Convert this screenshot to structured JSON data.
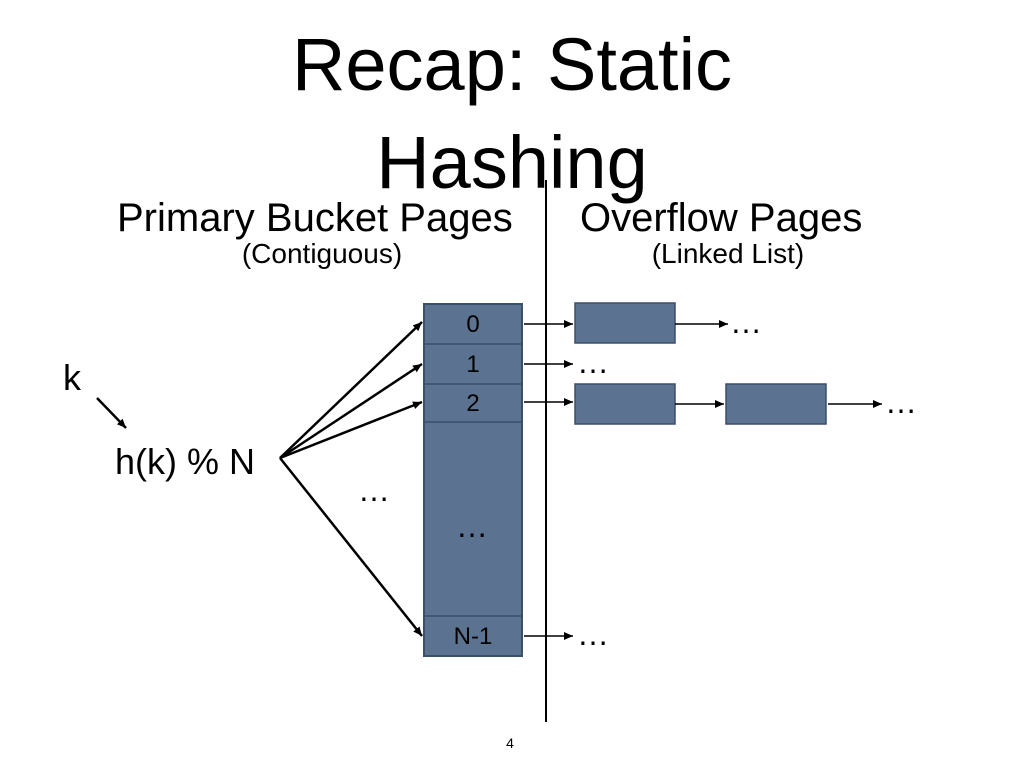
{
  "slide": {
    "title_line1": "Recap: Static",
    "title_line2": "Hashing",
    "page_number": "4"
  },
  "left_section": {
    "heading": "Primary Bucket Pages",
    "subheading": "(Contiguous)"
  },
  "right_section": {
    "heading": "Overflow Pages",
    "subheading": "(Linked List)"
  },
  "hash": {
    "key_label": "k",
    "function_label": "h(k) % N",
    "fan_ellipsis": "…"
  },
  "buckets": {
    "labels": [
      "0",
      "1",
      "2",
      "N-1"
    ],
    "middle_ellipsis": "…"
  },
  "overflow": {
    "ellipsis": "…"
  },
  "colors": {
    "bucket_fill": "#5b7390",
    "bucket_stroke": "#3a4f68",
    "line": "#000000"
  }
}
